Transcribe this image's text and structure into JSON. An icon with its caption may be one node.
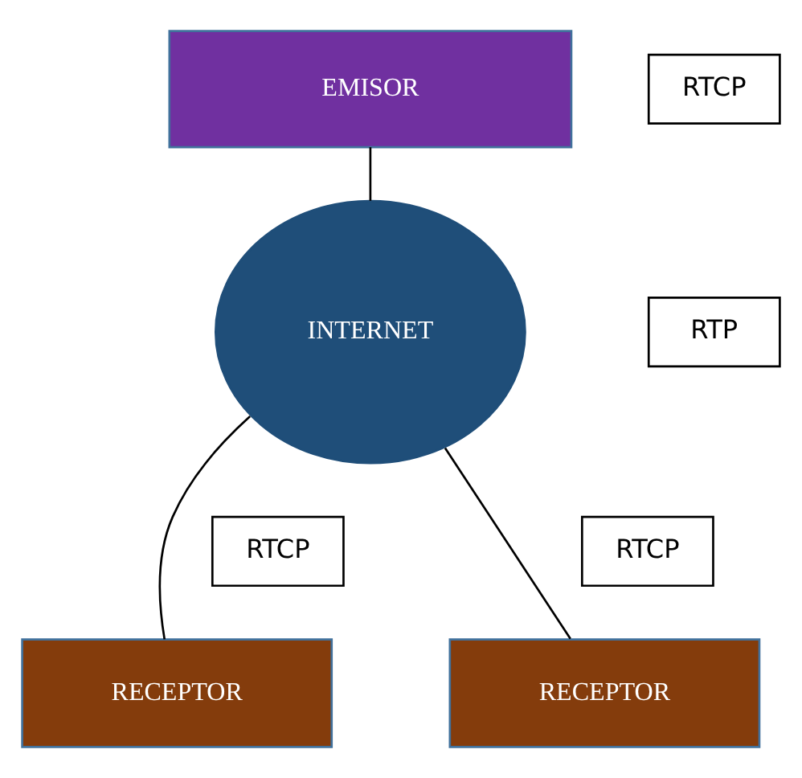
{
  "diagram": {
    "nodes": [
      {
        "text": [
          "EMISOR"
        ]
      },
      {
        "text": [
          "INTERNET"
        ]
      },
      {
        "text": [
          "RECEPTOR"
        ]
      },
      {
        "text": [
          "RECEPTOR"
        ]
      },
      {
        "text": [
          "RTCP"
        ]
      },
      {
        "text": [
          "RTP"
        ]
      },
      {
        "text": [
          "RTCP"
        ]
      },
      {
        "text": [
          "RTCP"
        ]
      }
    ],
    "edges": [
      {
        "from": 0,
        "to": 1,
        "arrow": "none"
      },
      {
        "from": 1,
        "to": 2,
        "arrow": "none"
      },
      {
        "from": 1,
        "to": 3,
        "arrow": "none"
      }
    ]
  }
}
